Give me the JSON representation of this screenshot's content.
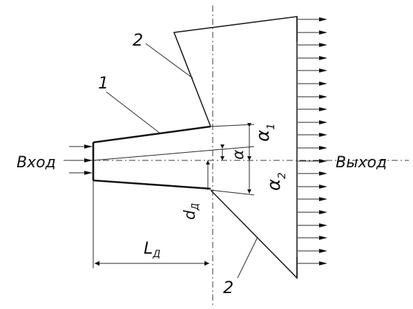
{
  "labels": {
    "inlet": "Вход",
    "outlet": "Выход",
    "diffuser_number": "1",
    "wall_number_top": "2",
    "wall_number_bottom": "2",
    "length": "L",
    "length_sub": "Д",
    "diameter": "d",
    "diameter_sub": "Д",
    "alpha": "α",
    "alpha1": "α",
    "alpha1_sub": "1",
    "alpha2": "α",
    "alpha2_sub": "2"
  },
  "colors": {
    "line": "#1a1a1a",
    "background": "#ffffff"
  }
}
